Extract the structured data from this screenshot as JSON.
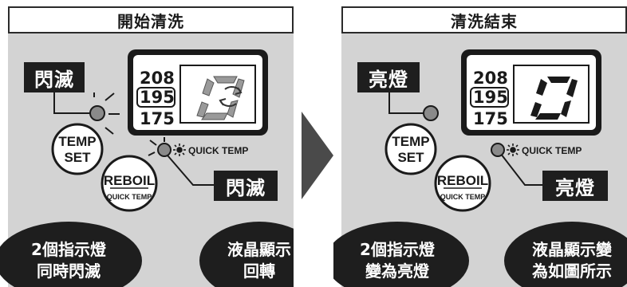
{
  "panels": {
    "left": {
      "header": "開始清洗",
      "indicator_label_top": "閃滅",
      "indicator_label_bottom": "閃滅",
      "bubble_left": [
        "2個指示燈",
        "同時閃滅"
      ],
      "bubble_right": [
        "液晶顯示",
        "回轉"
      ]
    },
    "right": {
      "header": "清洗結束",
      "indicator_label_top": "亮燈",
      "indicator_label_bottom": "亮燈",
      "bubble_left": [
        "2個指示燈",
        "變為亮燈"
      ],
      "bubble_right": [
        "液晶顯示變",
        "為如圖所示"
      ]
    }
  },
  "lcd": {
    "temps": [
      "208",
      "195",
      "175"
    ]
  },
  "buttons": {
    "temp_set": [
      "TEMP",
      "SET"
    ],
    "reboil": "REBOIL",
    "reboil_sub": "QUICK TEMP",
    "quick_temp": "QUICK TEMP"
  },
  "icons": [
    "sun-icon",
    "rotate-arrows-icon",
    "next-arrow-icon"
  ],
  "colors": {
    "panel_bg": "#d3d3d3",
    "dark": "#1e1e1e",
    "lcd_frame": "#1a1a1a",
    "indicator_lamp": "#8a8a8a"
  }
}
